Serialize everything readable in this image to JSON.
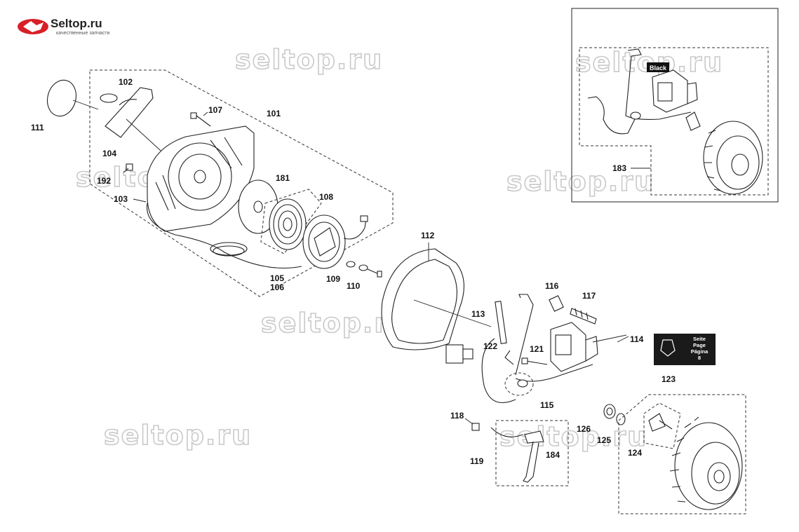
{
  "brand": {
    "name": "Seltop.ru",
    "tagline": "качественные запчасти",
    "accent": "#d81f26"
  },
  "watermark": "seltop.ru",
  "labels": {
    "p101": "101",
    "p102": "102",
    "p103": "103",
    "p104": "104",
    "p105": "105",
    "p106": "106",
    "p107": "107",
    "p108": "108",
    "p109": "109",
    "p110": "110",
    "p111": "111",
    "p112": "112",
    "p113": "113",
    "p114": "114",
    "p115": "115",
    "p116": "116",
    "p117": "117",
    "p118": "118",
    "p119": "119",
    "p121": "121",
    "p122": "122",
    "p123": "123",
    "p124": "124",
    "p125": "125",
    "p126": "126",
    "p181": "181",
    "p183": "183",
    "p184": "184",
    "p192": "192"
  },
  "inset_tag": "Black",
  "reference_box": {
    "line1": "Seite",
    "line2": "Page",
    "line3": "Página",
    "line4": "8"
  }
}
